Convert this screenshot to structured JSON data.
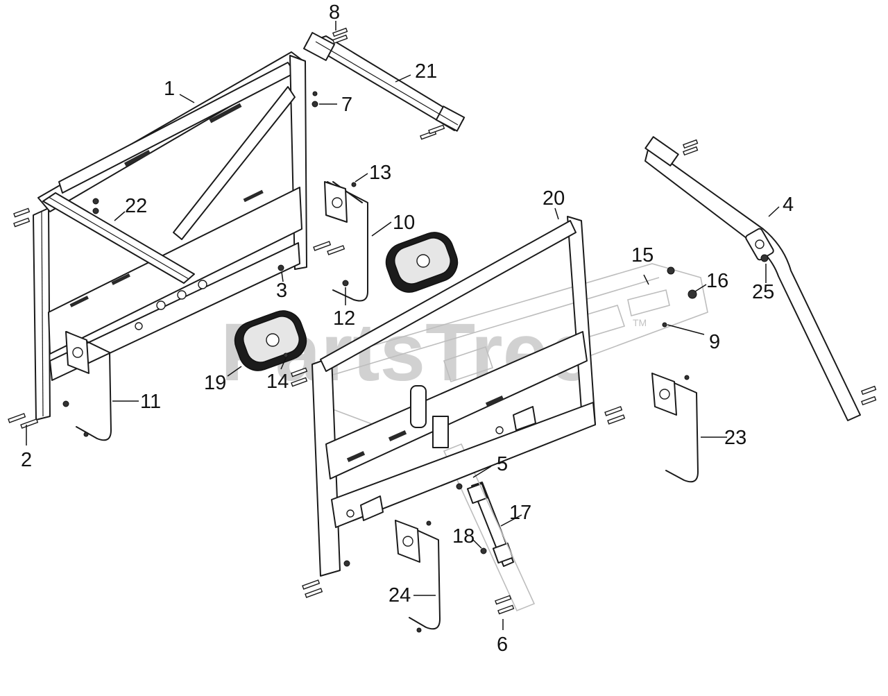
{
  "watermark": {
    "text": "PartsTree",
    "trademark": "TM"
  },
  "callouts": [
    {
      "id": "1",
      "label": "1"
    },
    {
      "id": "2",
      "label": "2"
    },
    {
      "id": "3",
      "label": "3"
    },
    {
      "id": "4",
      "label": "4"
    },
    {
      "id": "5",
      "label": "5"
    },
    {
      "id": "6",
      "label": "6"
    },
    {
      "id": "7",
      "label": "7"
    },
    {
      "id": "8",
      "label": "8"
    },
    {
      "id": "9",
      "label": "9"
    },
    {
      "id": "10",
      "label": "10"
    },
    {
      "id": "11",
      "label": "11"
    },
    {
      "id": "12",
      "label": "12"
    },
    {
      "id": "13",
      "label": "13"
    },
    {
      "id": "14",
      "label": "14"
    },
    {
      "id": "15",
      "label": "15"
    },
    {
      "id": "16",
      "label": "16"
    },
    {
      "id": "17",
      "label": "17"
    },
    {
      "id": "18",
      "label": "18"
    },
    {
      "id": "19",
      "label": "19"
    },
    {
      "id": "20",
      "label": "20"
    },
    {
      "id": "21",
      "label": "21"
    },
    {
      "id": "22",
      "label": "22"
    },
    {
      "id": "23",
      "label": "23"
    },
    {
      "id": "24",
      "label": "24"
    },
    {
      "id": "25",
      "label": "25"
    }
  ]
}
